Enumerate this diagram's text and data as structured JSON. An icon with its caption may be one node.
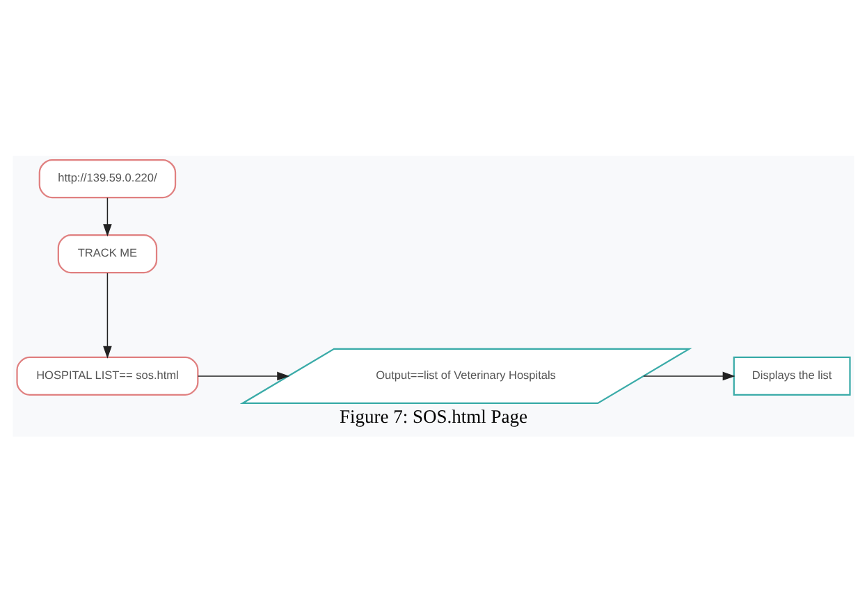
{
  "diagram": {
    "caption": "Figure 7: SOS.html Page",
    "nodes": [
      {
        "text": [
          "http://139.59.0.220/"
        ]
      },
      {
        "text": [
          "TRACK ME"
        ]
      },
      {
        "text": [
          "HOSPITAL LIST== sos.html"
        ]
      },
      {
        "text": [
          "Output==list of Veterinary Hospitals"
        ]
      },
      {
        "text": [
          "Displays the list"
        ]
      }
    ],
    "edges": [
      {
        "from": 0,
        "to": 1,
        "arrow": "to"
      },
      {
        "from": 1,
        "to": 2,
        "arrow": "to"
      },
      {
        "from": 2,
        "to": 3,
        "arrow": "to"
      },
      {
        "from": 3,
        "to": 4,
        "arrow": "to"
      }
    ]
  }
}
